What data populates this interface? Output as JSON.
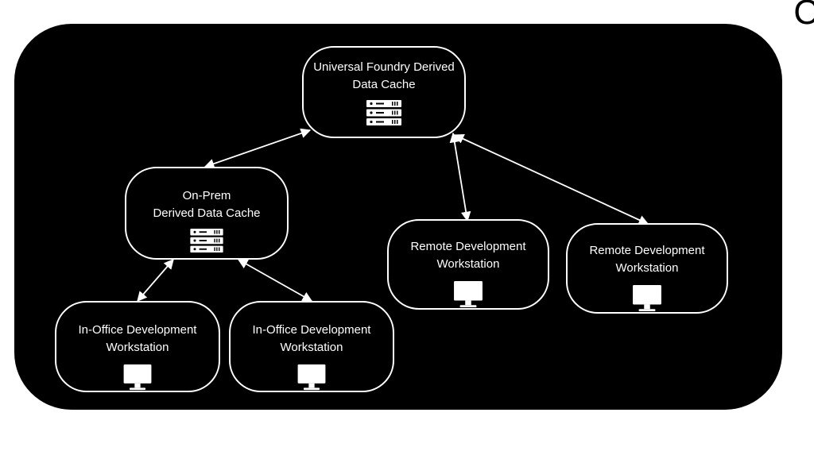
{
  "colors": {
    "panel": "#000000",
    "line": "#ffffff",
    "text": "#ffffff",
    "page": "#ffffff"
  },
  "corner_glyph": "C",
  "nodes": [
    {
      "id": "ufdc",
      "label": "Universal Foundry Derived\nData Cache",
      "icon": "server-rack-icon"
    },
    {
      "id": "onprem",
      "label": "On-Prem\nDerived Data Cache",
      "icon": "server-rack-icon"
    },
    {
      "id": "remote1",
      "label": "Remote Development\nWorkstation",
      "icon": "monitor-icon"
    },
    {
      "id": "remote2",
      "label": "Remote Development\nWorkstation",
      "icon": "monitor-icon"
    },
    {
      "id": "office1",
      "label": "In-Office Development\nWorkstation",
      "icon": "monitor-icon"
    },
    {
      "id": "office2",
      "label": "In-Office Development\nWorkstation",
      "icon": "monitor-icon"
    }
  ],
  "edges": [
    {
      "from": "ufdc",
      "to": "onprem",
      "bidirectional": true
    },
    {
      "from": "ufdc",
      "to": "remote1",
      "bidirectional": true
    },
    {
      "from": "ufdc",
      "to": "remote2",
      "bidirectional": true
    },
    {
      "from": "onprem",
      "to": "office1",
      "bidirectional": true
    },
    {
      "from": "onprem",
      "to": "office2",
      "bidirectional": true
    }
  ]
}
